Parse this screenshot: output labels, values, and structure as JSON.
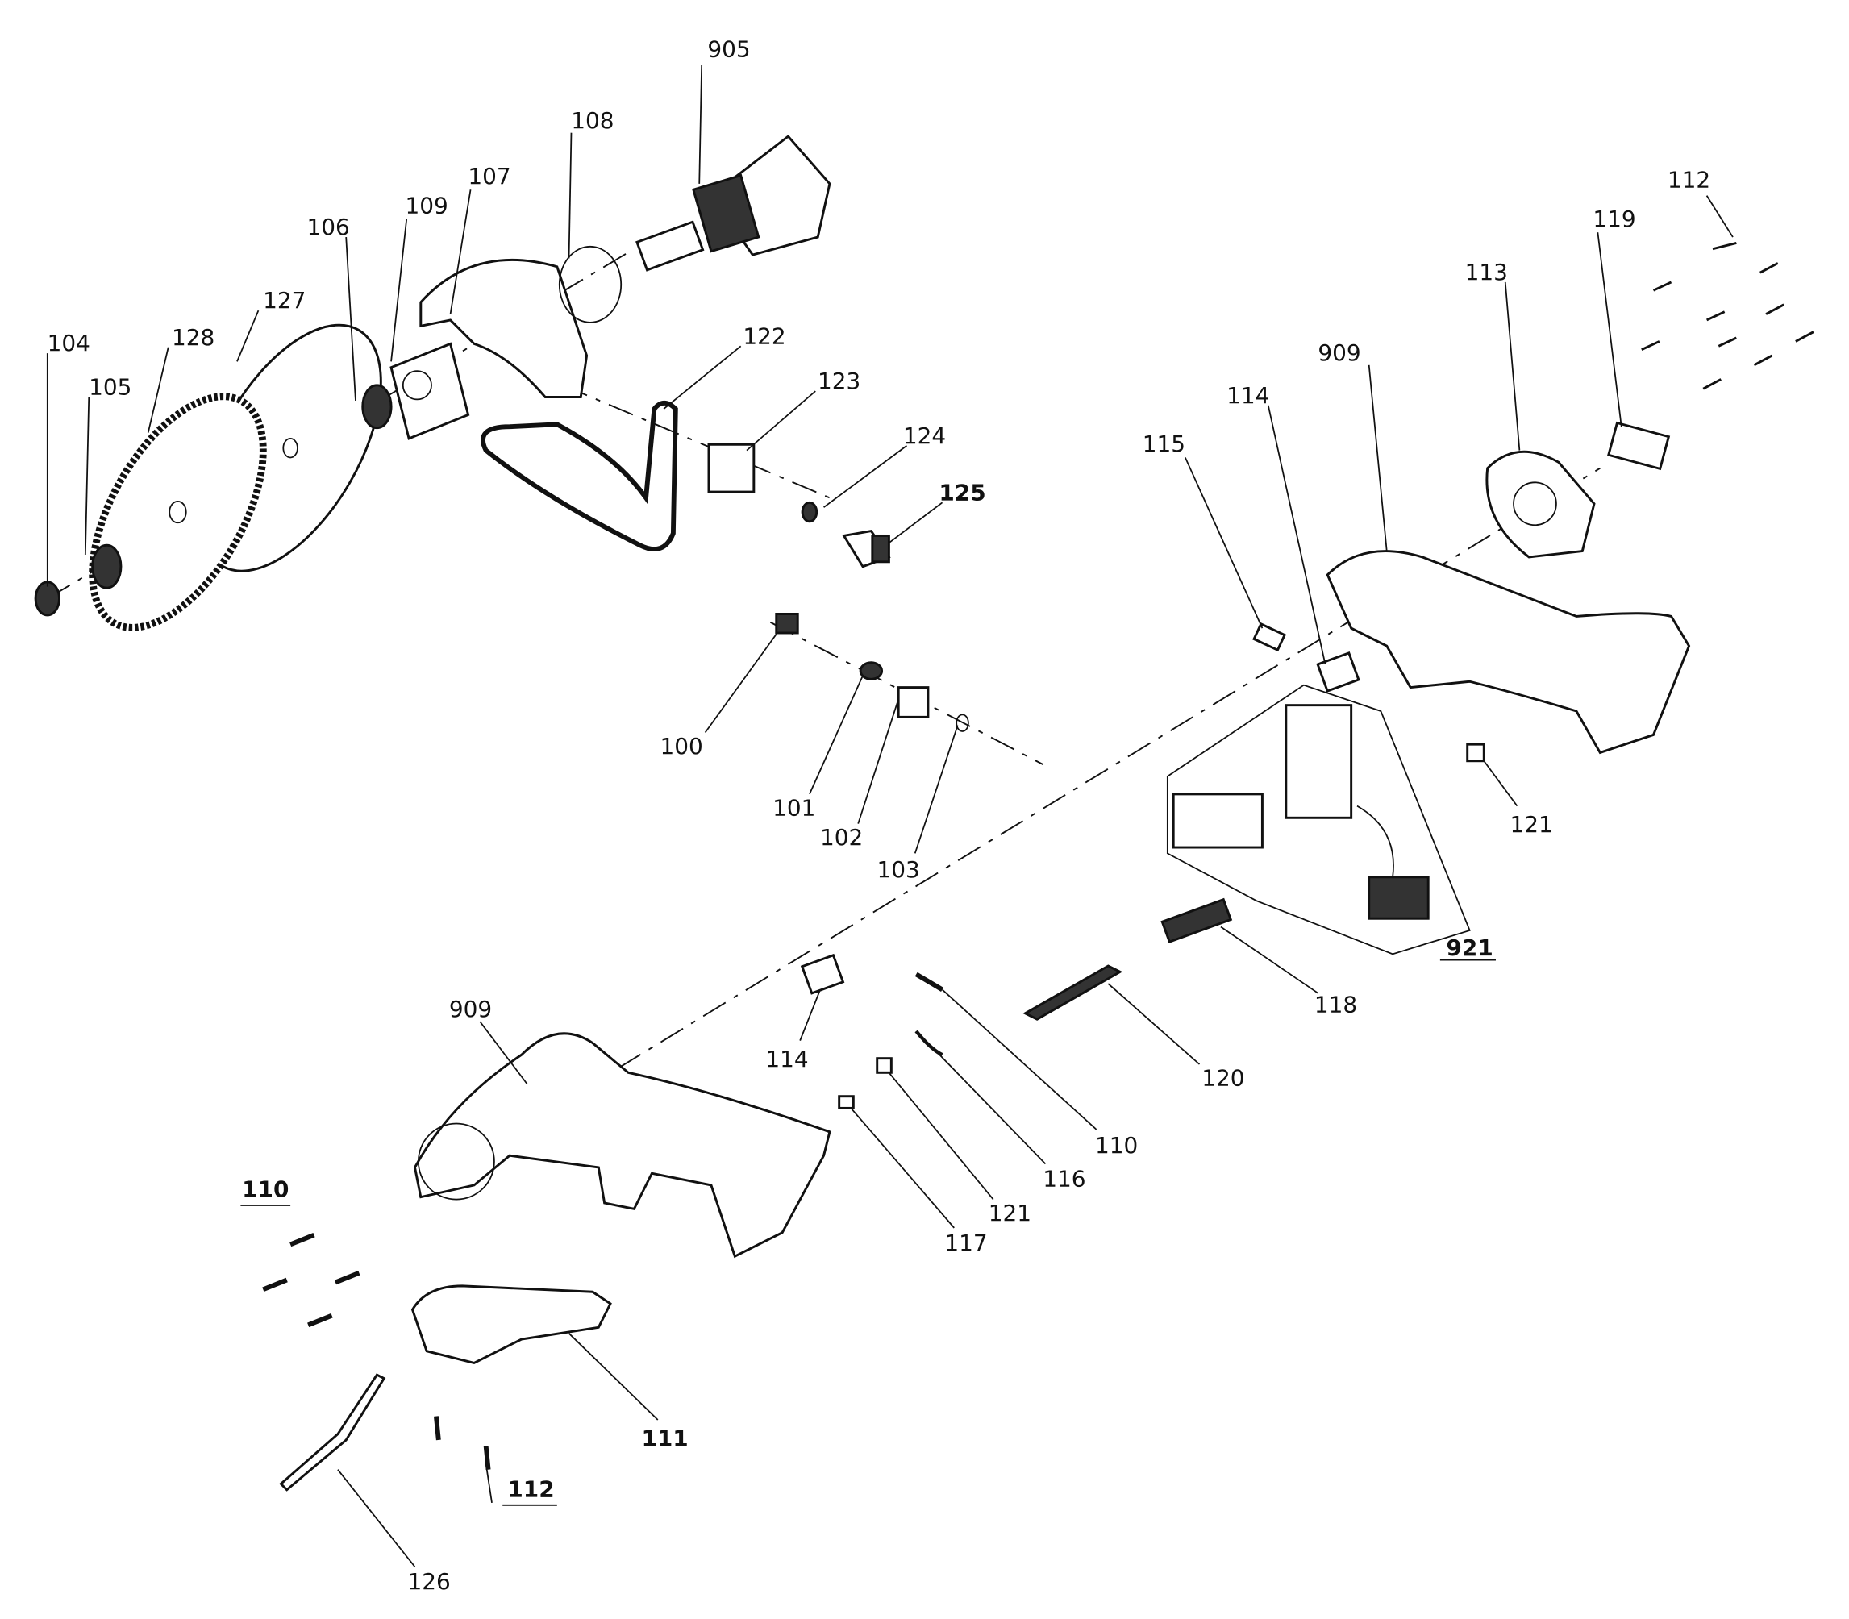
{
  "labels": [
    "905",
    "108",
    "107",
    "109",
    "106",
    "127",
    "128",
    "104",
    "105",
    "122",
    "123",
    "124",
    "125",
    "112",
    "119",
    "113",
    "909",
    "114",
    "115",
    "100",
    "101",
    "102",
    "103",
    "121",
    "921",
    "118",
    "909",
    "114",
    "120",
    "110",
    "116",
    "121",
    "117",
    "110",
    "111",
    "112",
    "126"
  ]
}
